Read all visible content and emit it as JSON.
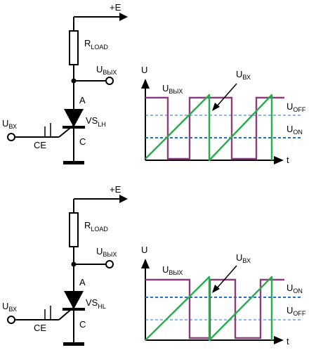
{
  "colors": {
    "wire": "#000000",
    "output_wave": "#8a3e7c",
    "input_wave": "#22b04b",
    "threshold_line": "#1e6fd6"
  },
  "circuits": [
    {
      "supply_label": "+E",
      "resistor_label": {
        "main": "R",
        "sub": "LOAD"
      },
      "output_label": {
        "main": "U",
        "sub": "ВЫХ"
      },
      "input_label": {
        "main": "U",
        "sub": "ВХ"
      },
      "anode_label": "A",
      "cathode_label": "C",
      "gate_label": "CE",
      "device_label": {
        "main": "VS",
        "sub": "LH"
      }
    },
    {
      "supply_label": "+E",
      "resistor_label": {
        "main": "R",
        "sub": "LOAD"
      },
      "output_label": {
        "main": "U",
        "sub": "ВЫХ"
      },
      "input_label": {
        "main": "U",
        "sub": "ВХ"
      },
      "anode_label": "A",
      "cathode_label": "C",
      "gate_label": "CE",
      "device_label": {
        "main": "VS",
        "sub": "HL"
      }
    }
  ],
  "graphs": [
    {
      "y_axis_label": "U",
      "x_axis_label": "t",
      "output_wave_label": {
        "main": "U",
        "sub": "ВЫХ"
      },
      "input_wave_label": {
        "main": "U",
        "sub": "ВХ"
      },
      "upper_threshold_label": {
        "main": "U",
        "sub": "OFF"
      },
      "lower_threshold_label": {
        "main": "U",
        "sub": "ON"
      }
    },
    {
      "y_axis_label": "U",
      "x_axis_label": "t",
      "output_wave_label": {
        "main": "U",
        "sub": "ВЫХ"
      },
      "input_wave_label": {
        "main": "U",
        "sub": "ВХ"
      },
      "upper_threshold_label": {
        "main": "U",
        "sub": "ON"
      },
      "lower_threshold_label": {
        "main": "U",
        "sub": "OFF"
      }
    }
  ]
}
